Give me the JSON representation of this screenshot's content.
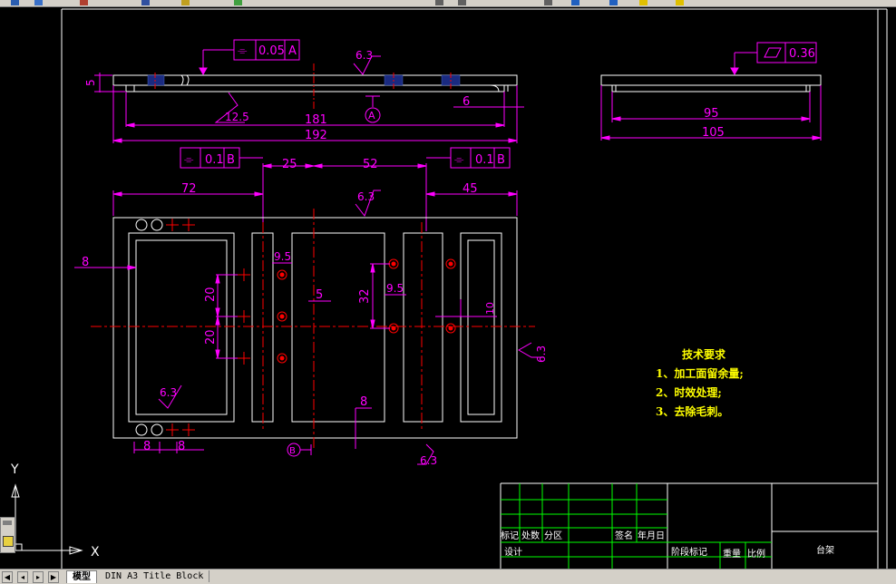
{
  "drawing": {
    "top_view": {
      "flatness_frame": [
        "⌯",
        "0.05",
        "A"
      ],
      "roughness": "6.3",
      "roughness_bottom": "12.5",
      "datum": "A",
      "dim_5": "5",
      "dim_6": "6",
      "dim_181": "181",
      "dim_192": "192"
    },
    "side_view": {
      "frame": [
        "▱",
        "0.36"
      ],
      "dim_95": "95",
      "dim_105": "105"
    },
    "front_view": {
      "frame_left": [
        "⌯",
        "0.1",
        "B"
      ],
      "frame_right": [
        "⌯",
        "0.1",
        "B"
      ],
      "dim_25": "25",
      "dim_52": "52",
      "dim_72": "72",
      "dim_45": "45",
      "roughness_top": "6.3",
      "roughness_left": "6.3",
      "roughness_right": "6.3",
      "roughness_bottom": "6.3",
      "dim_8_left": "8",
      "dim_9_5_a": "9.5",
      "dim_9_5_b": "9.5",
      "dim_20_a": "20",
      "dim_20_b": "20",
      "dim_5": "5",
      "dim_32": "32",
      "dim_10": "10",
      "dim_8_mid": "8",
      "dim_8_b1": "8",
      "dim_8_b2": "8",
      "datum_b": "B"
    }
  },
  "tech_notes": {
    "title": "技术要求",
    "items": [
      "1、加工面留余量;",
      "2、时效处理;",
      "3、去除毛刺。"
    ]
  },
  "title_block": {
    "row_labels": [
      "标记",
      "处数",
      "分区"
    ],
    "sign_labels": [
      "签名",
      "年月日"
    ],
    "design": "设计",
    "stage_mark": "阶段标记",
    "weight": "重量",
    "scale": "比例",
    "part_name": "台架"
  },
  "ucs": {
    "y_label": "Y",
    "x_label": "X"
  },
  "tabs": {
    "model": "模型",
    "layout": "DIN A3 Title Block"
  },
  "colors": {
    "magenta": "#ff00ff",
    "white": "#ffffff",
    "red": "#ff0000",
    "yellow": "#ffff00",
    "green": "#00ff00",
    "blue": "#0000ff",
    "hatch_blue": "#1a2a80"
  }
}
